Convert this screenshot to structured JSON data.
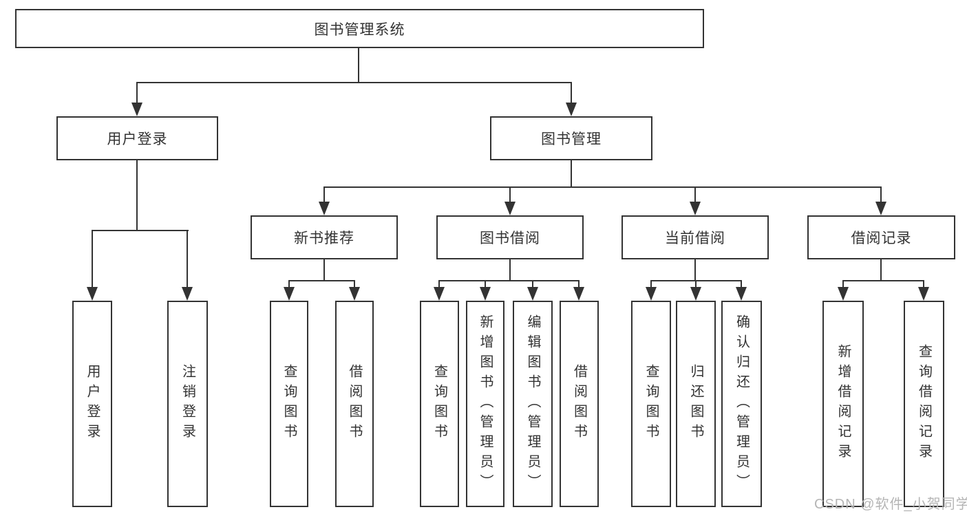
{
  "tree": {
    "label": "图书管理系统",
    "children": [
      {
        "label": "用户登录",
        "children": [
          {
            "label": "用户登录"
          },
          {
            "label": "注销登录"
          }
        ]
      },
      {
        "label": "图书管理",
        "children": [
          {
            "label": "新书推荐",
            "children": [
              {
                "label": "查询图书"
              },
              {
                "label": "借阅图书"
              }
            ]
          },
          {
            "label": "图书借阅",
            "children": [
              {
                "label": "查询图书"
              },
              {
                "label": "新增图书（管理员）"
              },
              {
                "label": "编辑图书（管理员）"
              },
              {
                "label": "借阅图书"
              }
            ]
          },
          {
            "label": "当前借阅",
            "children": [
              {
                "label": "查询图书"
              },
              {
                "label": "归还图书"
              },
              {
                "label": "确认归还（管理员）"
              }
            ]
          },
          {
            "label": "借阅记录",
            "children": [
              {
                "label": "新增借阅记录"
              },
              {
                "label": "查询借阅记录"
              }
            ]
          }
        ]
      }
    ]
  },
  "watermark": {
    "text": "CSDN @软件_小贺同学"
  },
  "colors": {
    "line": "#333333",
    "text": "#333333",
    "watermark": "#b5b5b5"
  }
}
